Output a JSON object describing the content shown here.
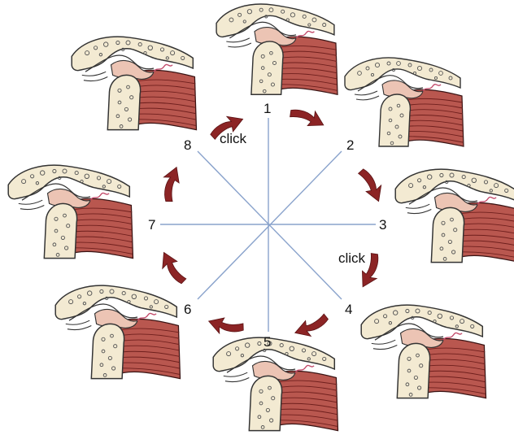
{
  "diagram": {
    "positions": [
      "1",
      "2",
      "3",
      "4",
      "5",
      "6",
      "7",
      "8"
    ],
    "annotations": [
      "click",
      "click"
    ],
    "panel_icon": "tmj-cross-section-icon",
    "arrow_icon": "curved-arrow-icon",
    "colors": {
      "bone_fill": "#f3ead2",
      "bone_outline": "#333333",
      "disc": "#ecc4b4",
      "muscle": "#b9574f",
      "muscle_stripe": "#6f1f1d",
      "arrow": "#8c2425",
      "spoke": "#8aa3cc",
      "ligament": "#c24a6a"
    }
  }
}
